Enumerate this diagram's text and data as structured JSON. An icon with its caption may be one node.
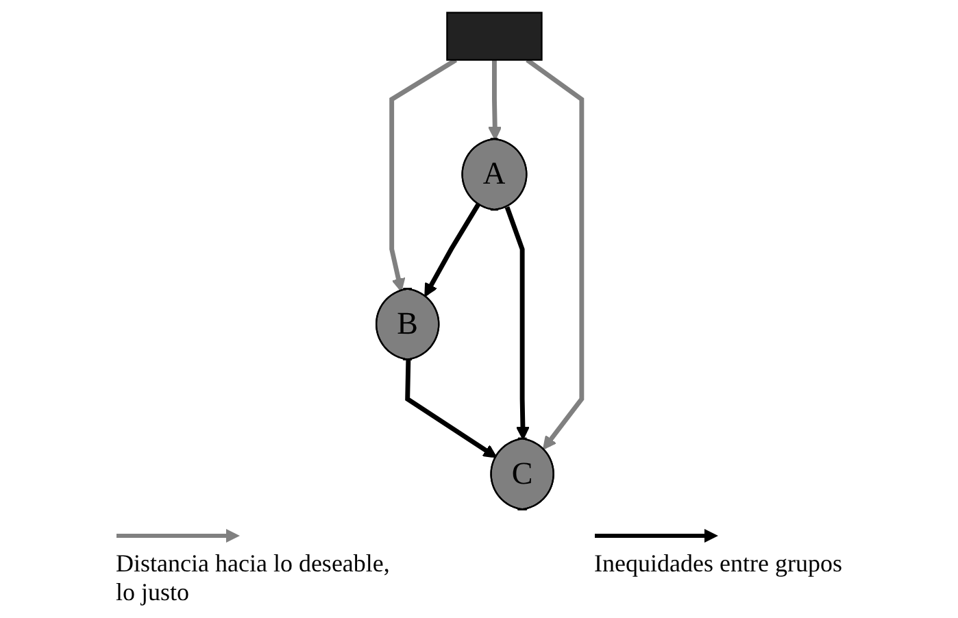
{
  "diagram": {
    "nodes": [
      {
        "text": [],
        "shape": "bar"
      },
      {
        "text": [
          "A"
        ]
      },
      {
        "text": [
          "B"
        ]
      },
      {
        "text": [
          "C"
        ]
      }
    ],
    "edges": [
      {
        "from": 0,
        "to": 2,
        "arrow": "to",
        "color": "#808080"
      },
      {
        "from": 0,
        "to": 1,
        "arrow": "to",
        "color": "#808080"
      },
      {
        "from": 0,
        "to": 3,
        "arrow": "to",
        "color": "#808080"
      },
      {
        "from": 1,
        "to": 2,
        "arrow": "to",
        "color": "#000000"
      },
      {
        "from": 1,
        "to": 3,
        "arrow": "to",
        "color": "#000000"
      },
      {
        "from": 2,
        "to": 3,
        "arrow": "to",
        "color": "#000000"
      }
    ],
    "legend": [
      {
        "text": "Distancia hacia lo deseable, lo justo"
      },
      {
        "text": "Inequidades entre grupos"
      }
    ]
  }
}
